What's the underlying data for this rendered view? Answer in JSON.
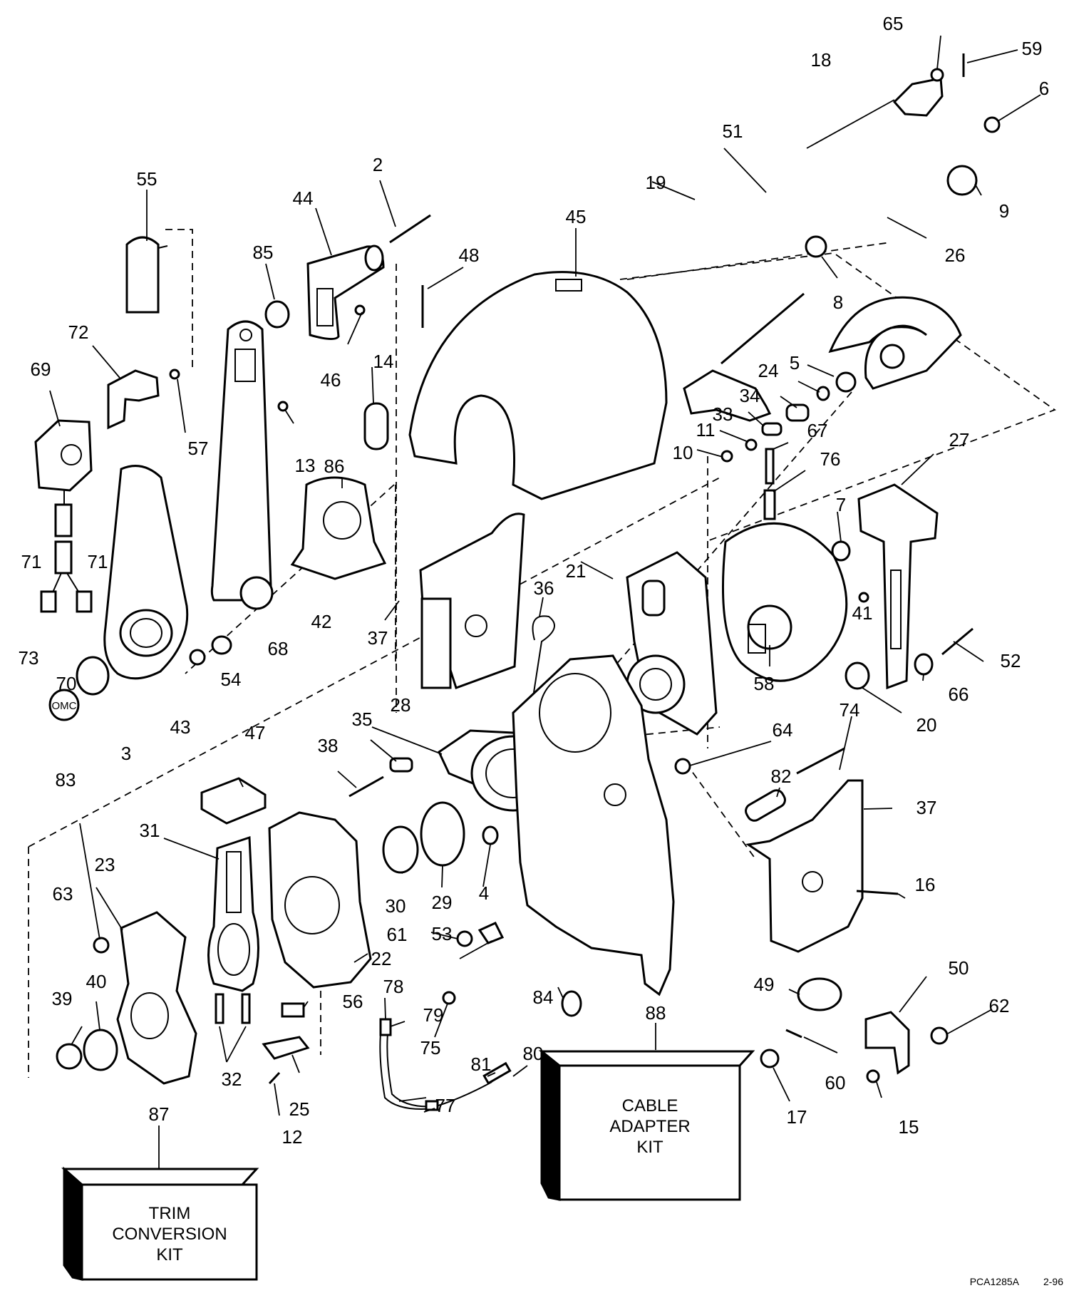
{
  "diagram": {
    "part_numbers": [
      "2",
      "3",
      "4",
      "5",
      "6",
      "7",
      "8",
      "9",
      "10",
      "11",
      "12",
      "13",
      "14",
      "15",
      "16",
      "17",
      "18",
      "19",
      "20",
      "21",
      "22",
      "23",
      "24",
      "25",
      "26",
      "27",
      "28",
      "29",
      "30",
      "31",
      "32",
      "33",
      "34",
      "35",
      "36",
      "37",
      "37",
      "38",
      "39",
      "40",
      "41",
      "42",
      "43",
      "44",
      "45",
      "46",
      "47",
      "48",
      "49",
      "50",
      "51",
      "52",
      "53",
      "54",
      "55",
      "56",
      "57",
      "58",
      "59",
      "60",
      "61",
      "62",
      "63",
      "64",
      "65",
      "66",
      "67",
      "68",
      "69",
      "70",
      "71",
      "71",
      "72",
      "73",
      "74",
      "75",
      "76",
      "77",
      "78",
      "79",
      "80",
      "81",
      "82",
      "83",
      "84",
      "85",
      "86",
      "87",
      "88"
    ],
    "kits": {
      "trim_conversion": {
        "number": "87",
        "line1": "TRIM",
        "line2": "CONVERSION",
        "line3": "KIT"
      },
      "cable_adapter": {
        "number": "88",
        "line1": "CABLE",
        "line2": "ADAPTER",
        "line3": "KIT"
      }
    },
    "emblem_text": "OMC",
    "footer": {
      "code": "PCA1285A",
      "date": "2-96"
    }
  }
}
